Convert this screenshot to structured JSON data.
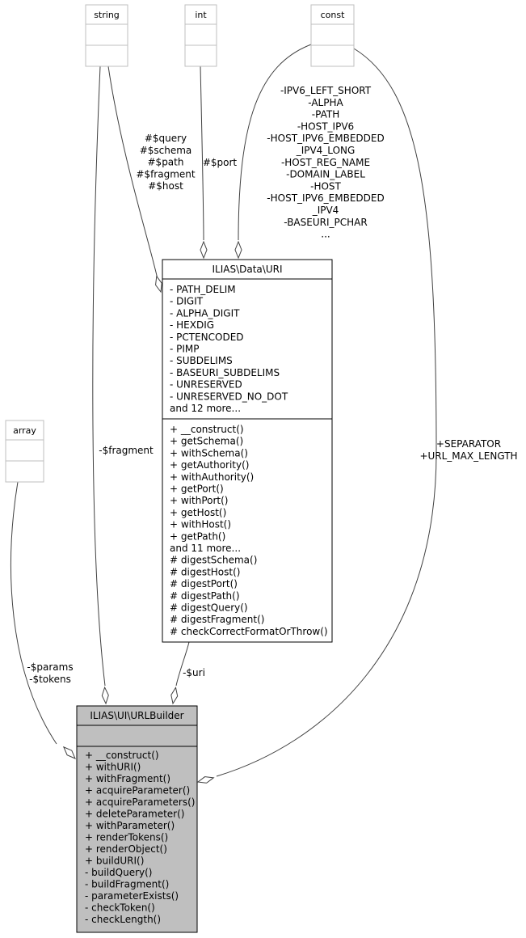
{
  "classes": {
    "string": {
      "name": "string"
    },
    "int": {
      "name": "int"
    },
    "const": {
      "name": "const"
    },
    "array": {
      "name": "array"
    },
    "uri": {
      "name": "ILIAS\\Data\\URI",
      "attributes": [
        "- PATH_DELIM",
        "- DIGIT",
        "- ALPHA_DIGIT",
        "- HEXDIG",
        "- PCTENCODED",
        "- PIMP",
        "- SUBDELIMS",
        "- BASEURI_SUBDELIMS",
        "- UNRESERVED",
        "- UNRESERVED_NO_DOT",
        "and 12 more..."
      ],
      "methods": [
        "+ __construct()",
        "+ getSchema()",
        "+ withSchema()",
        "+ getAuthority()",
        "+ withAuthority()",
        "+ getPort()",
        "+ withPort()",
        "+ getHost()",
        "+ withHost()",
        "+ getPath()",
        "and 11 more...",
        "# digestSchema()",
        "# digestHost()",
        "# digestPort()",
        "# digestPath()",
        "# digestQuery()",
        "# digestFragment()",
        "# checkCorrectFormatOrThrow()"
      ]
    },
    "urlbuilder": {
      "name": "ILIAS\\UI\\URLBuilder",
      "attributes": [],
      "methods": [
        "+ __construct()",
        "+ withURI()",
        "+ withFragment()",
        "+ acquireParameter()",
        "+ acquireParameters()",
        "+ deleteParameter()",
        "+ withParameter()",
        "+ renderTokens()",
        "+ renderObject()",
        "+ buildURI()",
        "- buildQuery()",
        "- buildFragment()",
        "- parameterExists()",
        "- checkToken()",
        "- checkLength()"
      ]
    }
  },
  "edge_labels": {
    "string_to_uri": [
      "#$query",
      "#$schema",
      "#$path",
      "#$fragment",
      "#$host"
    ],
    "int_to_uri": [
      "#$port"
    ],
    "const_to_uri": [
      "-IPV6_LEFT_SHORT",
      "-ALPHA",
      "-PATH",
      "-HOST_IPV6",
      "-HOST_IPV6_EMBEDDED",
      "_IPV4_LONG",
      "-HOST_REG_NAME",
      "-DOMAIN_LABEL",
      "-HOST",
      "-HOST_IPV6_EMBEDDED",
      "_IPV4",
      "-BASEURI_PCHAR",
      "..."
    ],
    "string_to_builder": [
      "-$fragment"
    ],
    "const_to_builder": [
      "+SEPARATOR",
      "+URL_MAX_LENGTH"
    ],
    "uri_to_builder": [
      "-$uri"
    ],
    "array_to_builder": [
      "-$params",
      "-$tokens"
    ]
  },
  "colors": {
    "line": "#404040",
    "box_border": "#000000",
    "external_border": "#bfbfbf",
    "highlight_fill": "#bfbfbf",
    "text": "#000000"
  }
}
